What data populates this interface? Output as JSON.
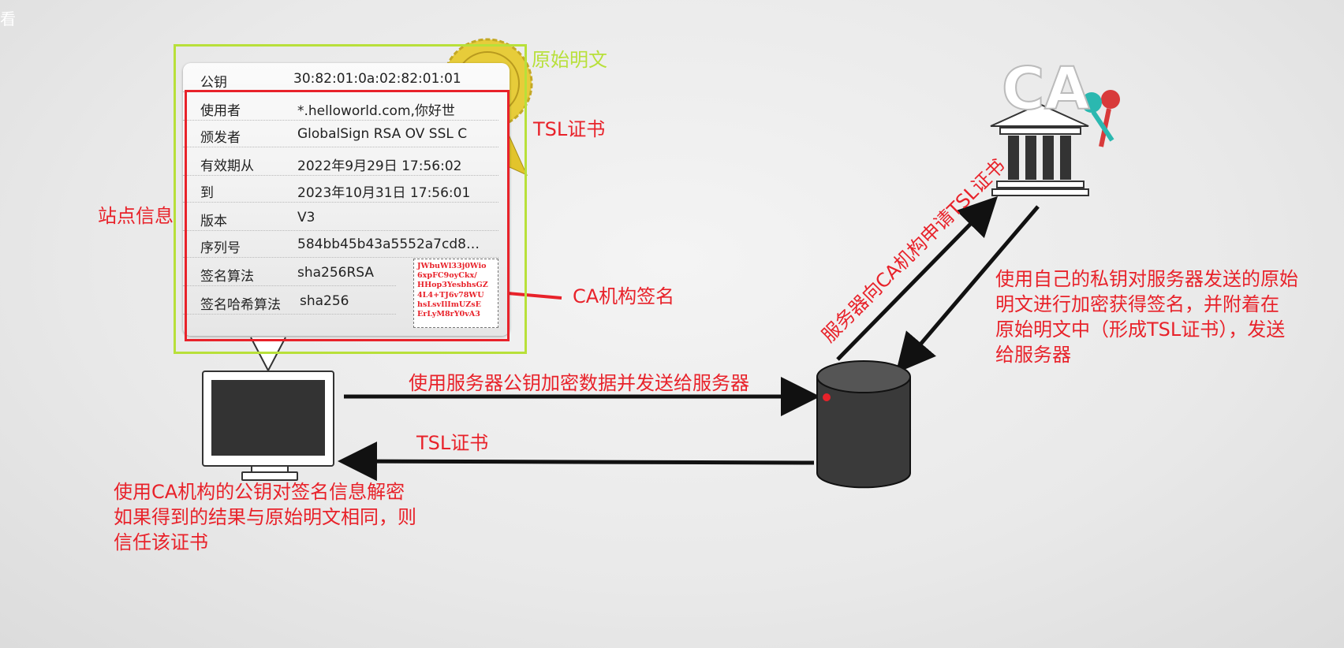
{
  "corner_text": "看",
  "certificate": {
    "rows": [
      {
        "key": "公钥",
        "value": "30:82:01:0a:02:82:01:01"
      },
      {
        "key": "使用者",
        "value": "*.helloworld.com,你好世"
      },
      {
        "key": "颁发者",
        "value": "GlobalSign RSA OV SSL C"
      },
      {
        "key": "有效期从",
        "value": "2022年9月29日 17:56:02"
      },
      {
        "key": "到",
        "value": "2023年10月31日 17:56:01"
      },
      {
        "key": "版本",
        "value": "V3"
      },
      {
        "key": "序列号",
        "value": "584bb45b43a5552a7cd8…"
      },
      {
        "key": "签名算法",
        "value": "sha256RSA"
      },
      {
        "key": "签名哈希算法",
        "value": "sha256"
      }
    ],
    "signature_lines": [
      "JWbuWl33j0Wio",
      "6xpFC9oyCkx/",
      "HHop3YesbhsGZ",
      "4L4+TJ6v78WU",
      "hsLsvIlImUZsE",
      "ErLyM8rY0vA3"
    ]
  },
  "labels": {
    "original_plaintext": "原始明文",
    "tsl_cert_box": "TSL证书",
    "site_info": "站点信息",
    "ca_signature": "CA机构签名",
    "encrypt_send": "使用服务器公钥加密数据并发送给服务器",
    "tsl_cert_return": "TSL证书",
    "client_verify": [
      "使用CA机构的公钥对签名信息解密",
      "如果得到的结果与原始明文相同，则",
      "信任该证书"
    ],
    "server_apply": "服务器向CA机构申请TSL证书",
    "ca_action": [
      "使用自己的私钥对服务器发送的原始",
      "明文进行加密获得签名，并附着在",
      "原始明文中（形成TSL证书），发送",
      "给服务器"
    ],
    "ca_logo": "CA"
  },
  "colors": {
    "label_red": "#e8222a",
    "plaintext_green": "#b8e03a"
  }
}
